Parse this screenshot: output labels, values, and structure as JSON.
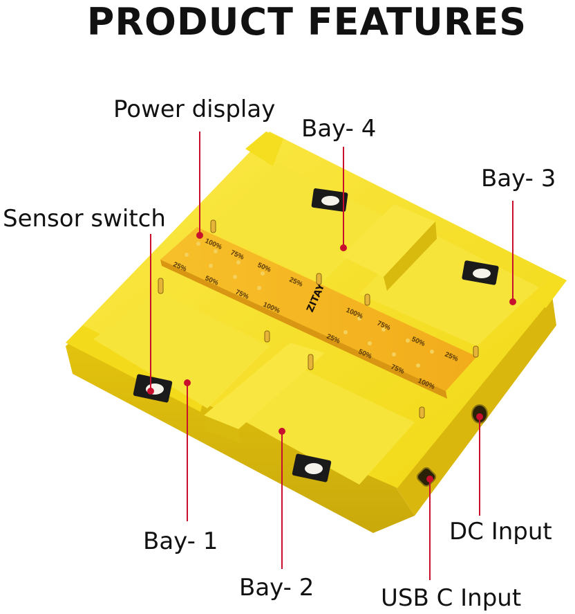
{
  "title": "PRODUCT FEATURES",
  "callouts": {
    "power_display": "Power display",
    "sensor_switch": "Sensor switch",
    "bay_4": "Bay- 4",
    "bay_3": "Bay- 3",
    "bay_1": "Bay- 1",
    "bay_2": "Bay- 2",
    "dc_input": "DC Input",
    "usb_c_input": "USB C Input"
  },
  "device": {
    "brand_logo": "ZITAY",
    "indicator_labels_a": [
      "100%",
      "75%",
      "50%",
      "25%"
    ],
    "indicator_labels_b": [
      "25%",
      "50%",
      "75%",
      "100%"
    ]
  },
  "colors": {
    "body_yellow": "#f7e21c",
    "panel_orange": "#f5b21d",
    "leader_line": "#c8102e",
    "text": "#111111"
  }
}
